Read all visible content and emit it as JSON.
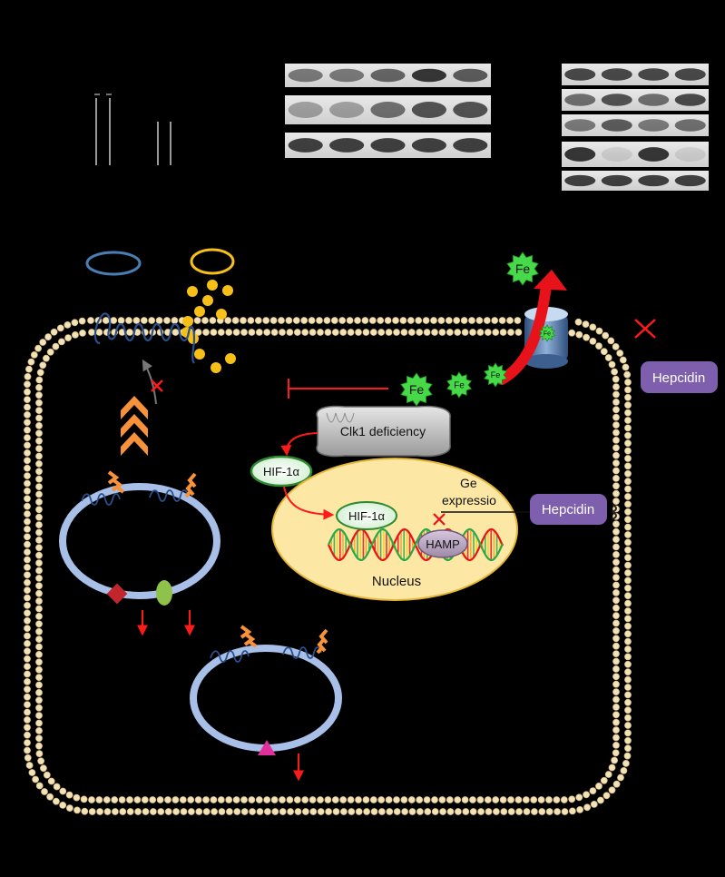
{
  "labels": {
    "fe_large": "Fe",
    "fe_small": "Fe",
    "hepcidin_outside": "Hepcidin",
    "hepcidin_inside": "Hepcidin",
    "clk1": "Clk1 deficiency",
    "hif_cyto": "HIF-1α",
    "hif_nucleus": "HIF-1α",
    "hamp": "HAMP",
    "nucleus": "Nucleus",
    "gene_line1": "Ge",
    "gene_line2": "expressio"
  },
  "colors": {
    "background": "#000000",
    "membrane_bead": "#f3e2b5",
    "nucleus_fill": "#fde7a4",
    "nucleus_stroke": "#e5b73a",
    "hepcidin": "#7e5fae",
    "fe_star": "#47d94a",
    "inhibit_red": "#ff1a1a",
    "vesicle": "#a8bfe8",
    "chevron": "#f7923a",
    "gold_dot": "#f6c019"
  }
}
